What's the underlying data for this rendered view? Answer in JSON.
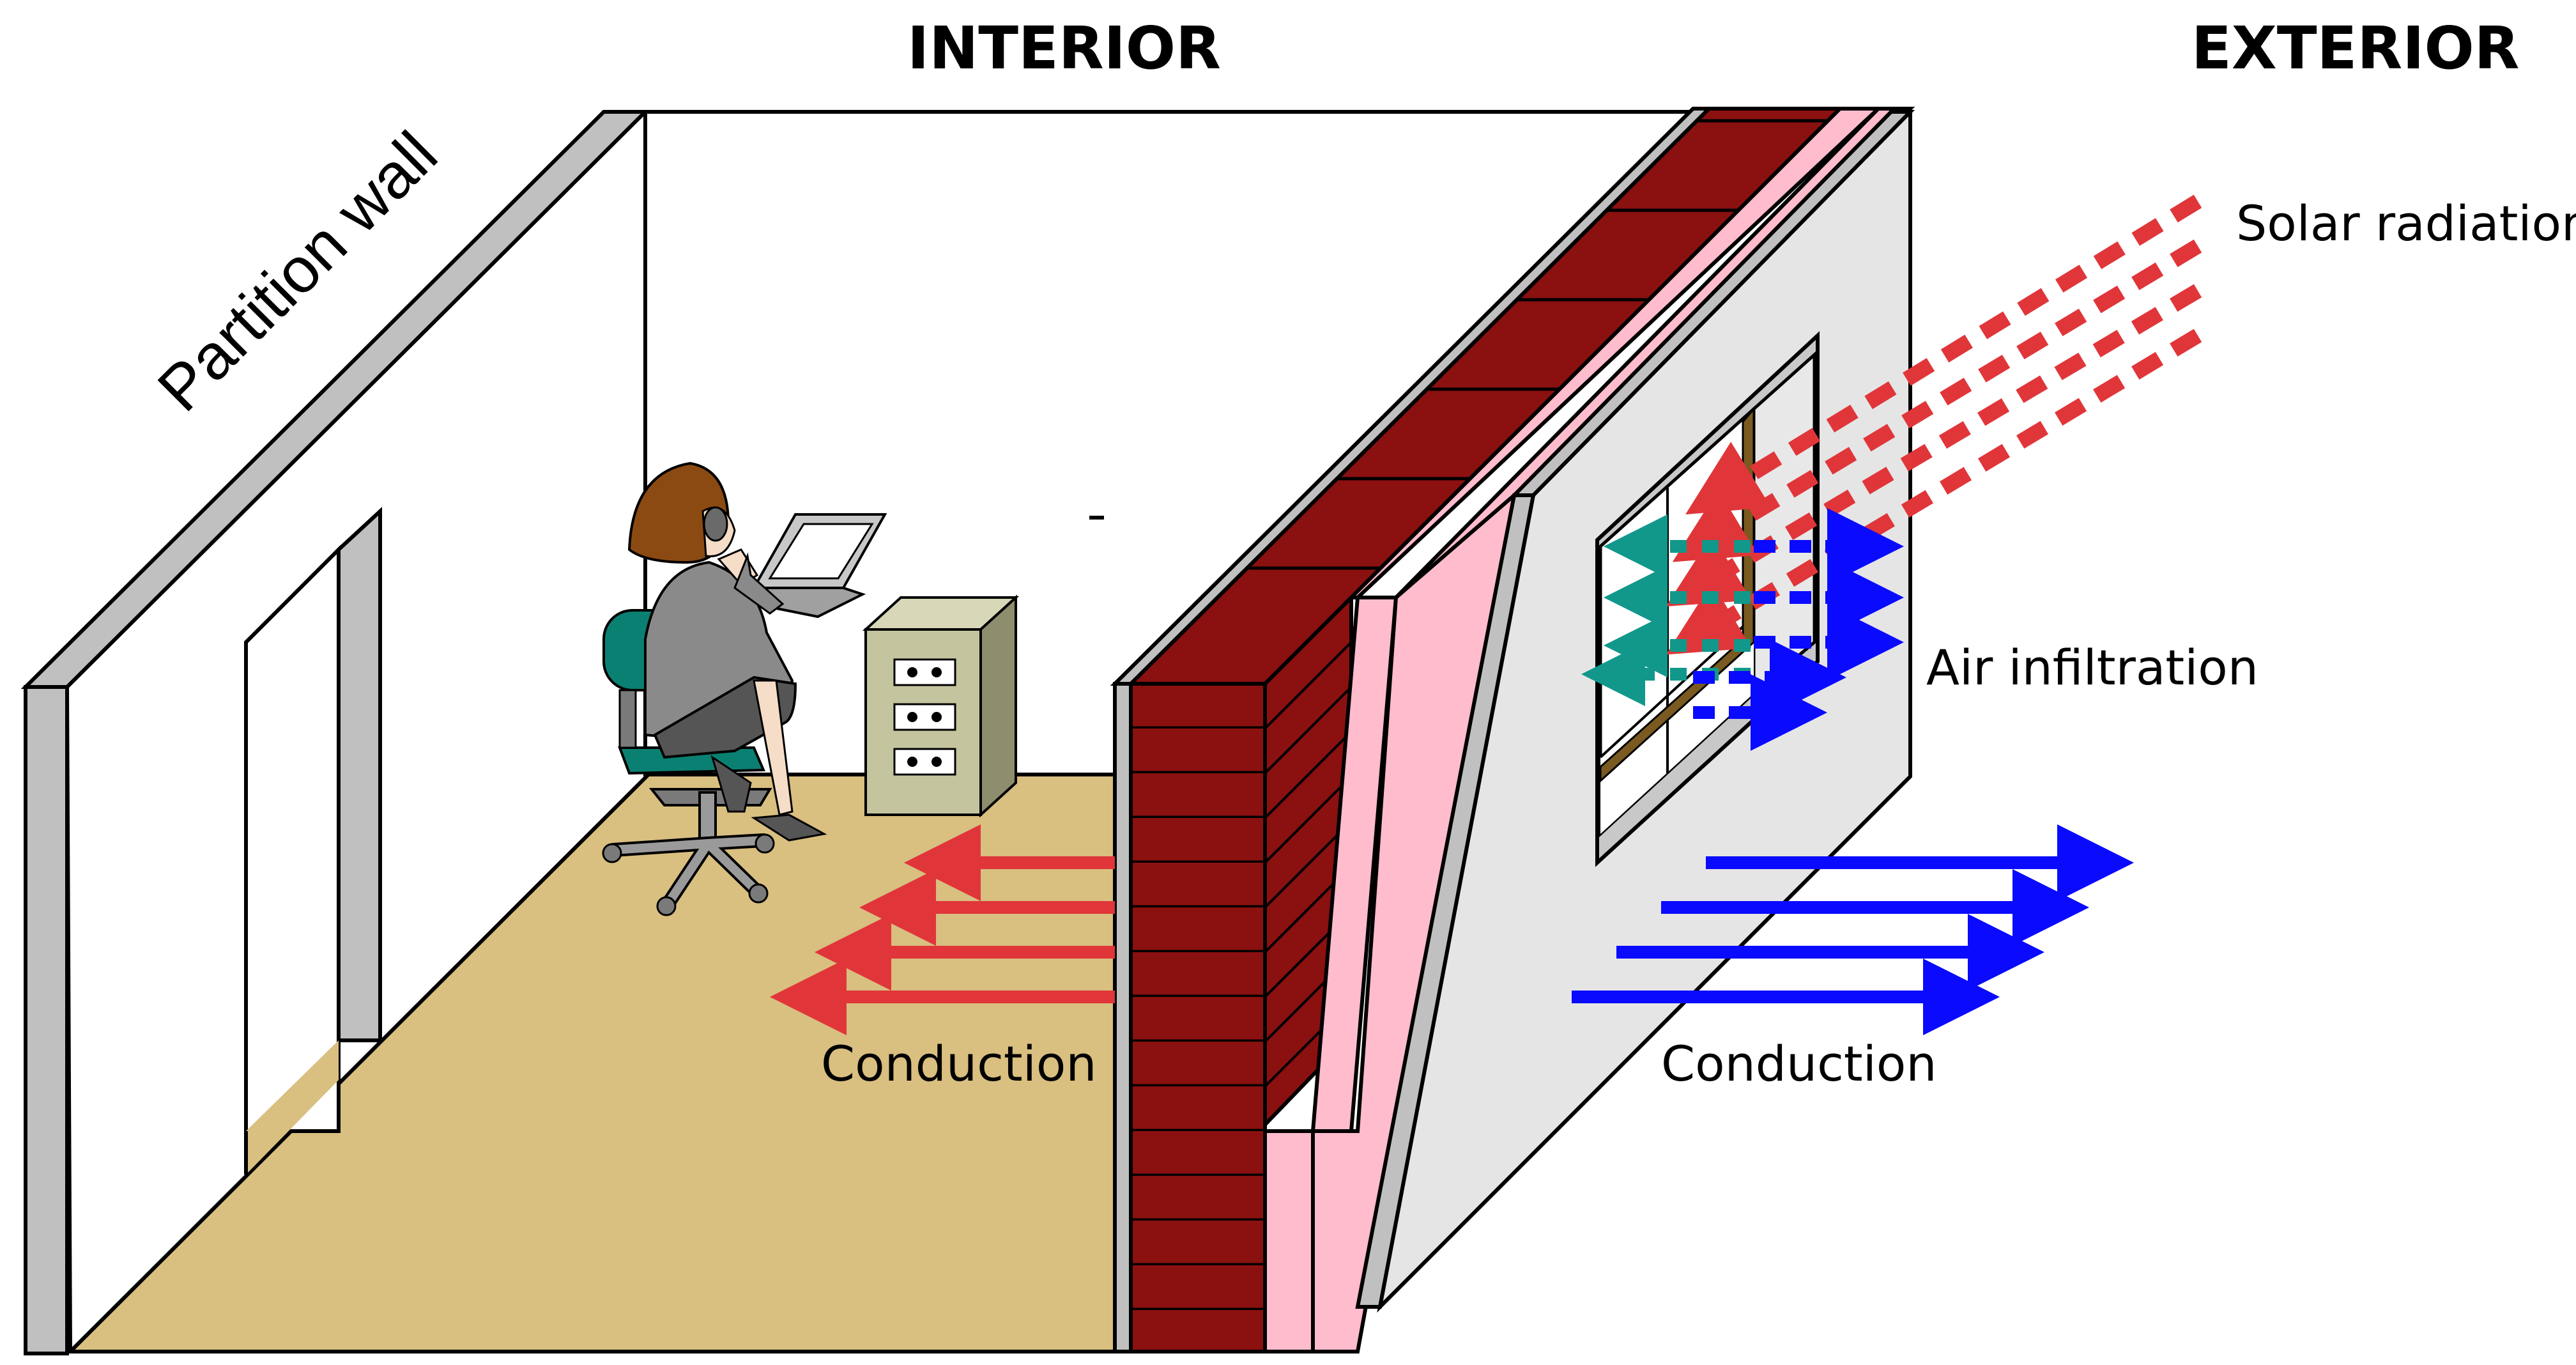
{
  "headings": {
    "interior": "INTERIOR",
    "exterior": "EXTERIOR"
  },
  "labels": {
    "partition_wall": "Partition wall",
    "solar_radiation": "Solar radiation",
    "air_infiltration": "Air infiltration",
    "conduction_interior": "Conduction",
    "conduction_exterior": "Conduction"
  },
  "colors": {
    "floor": "#d9bf80",
    "brick": "#8b1010",
    "insulation": "#ffbccc",
    "exterior_wall": "#e5e5e5",
    "partition": "#c0c0c0",
    "conduction_in_arrow": "#e0363a",
    "conduction_out_arrow": "#0a0aff",
    "solar": "#e0363a",
    "air_in": "#12988a",
    "air_out": "#0a0aff"
  },
  "icons": [
    "person-on-phone-icon",
    "office-chair-icon",
    "laptop-icon",
    "filing-cabinet-icon",
    "window-icon",
    "door-icon"
  ]
}
